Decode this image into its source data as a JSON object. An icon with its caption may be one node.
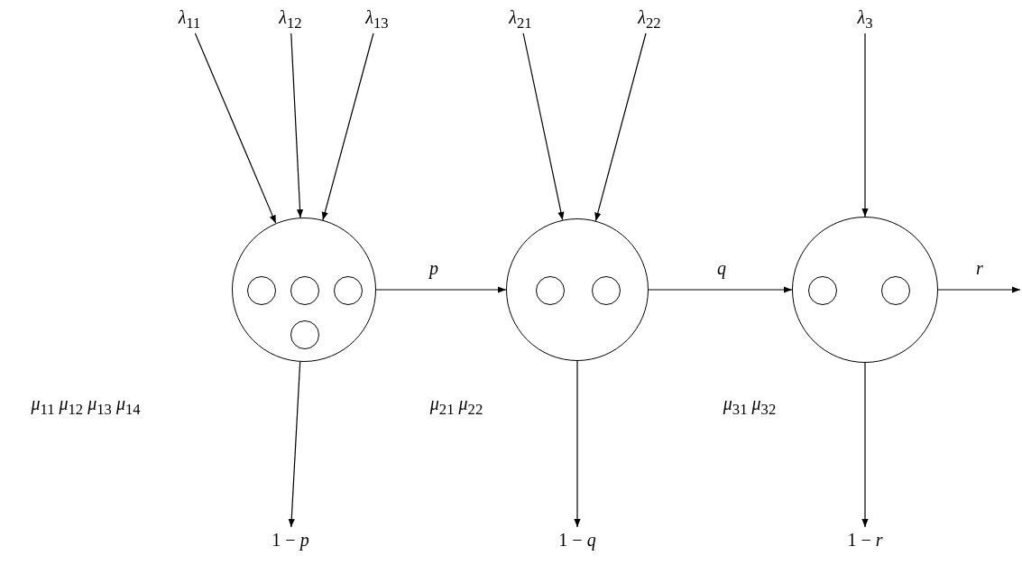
{
  "diagram": {
    "nodes": [
      {
        "text": [
          "*λ*$_{11}$"
        ]
      },
      {
        "text": [
          "*λ*$_{12}$"
        ]
      },
      {
        "text": [
          "*λ*$_{13}$"
        ]
      },
      {
        "text": [
          "*λ*$_{21}$"
        ]
      },
      {
        "text": [
          "*λ*$_{22}$"
        ]
      },
      {
        "text": [
          "*λ*$_{3}$"
        ]
      },
      {
        "text": [],
        "shape": "circle"
      },
      {
        "text": [],
        "shape": "circle",
        "in": 6
      },
      {
        "text": [],
        "shape": "circle",
        "in": 6
      },
      {
        "text": [],
        "shape": "circle",
        "in": 6
      },
      {
        "text": [],
        "shape": "circle",
        "in": 6
      },
      {
        "text": [],
        "shape": "circle"
      },
      {
        "text": [],
        "shape": "circle",
        "in": 11
      },
      {
        "text": [],
        "shape": "circle",
        "in": 11
      },
      {
        "text": [],
        "shape": "circle"
      },
      {
        "text": [],
        "shape": "circle",
        "in": 14
      },
      {
        "text": [],
        "shape": "circle",
        "in": 14
      },
      {
        "text": [
          "1 − *p*"
        ]
      },
      {
        "text": [
          "1 − *q*"
        ]
      },
      {
        "text": [
          "1 − *r*"
        ]
      }
    ],
    "edges": [
      {
        "from": 0,
        "to": 6,
        "arrow": "to"
      },
      {
        "from": 1,
        "to": 6,
        "arrow": "to"
      },
      {
        "from": 2,
        "to": 6,
        "arrow": "to"
      },
      {
        "from": 3,
        "to": 11,
        "arrow": "to"
      },
      {
        "from": 4,
        "to": 11,
        "arrow": "to"
      },
      {
        "from": 5,
        "to": 14,
        "arrow": "to"
      },
      {
        "from": 6,
        "to": 11,
        "arrow": "to",
        "label": "p"
      },
      {
        "from": 11,
        "to": 14,
        "arrow": "to",
        "label": "q"
      },
      {
        "from": 14,
        "to": null,
        "arrow": "to",
        "label": "r"
      },
      {
        "from": 6,
        "to": 17,
        "arrow": "to"
      },
      {
        "from": 11,
        "to": 18,
        "arrow": "to"
      },
      {
        "from": 14,
        "to": 19,
        "arrow": "to"
      }
    ],
    "labels": [
      "*μ*$_{11}$ *μ*$_{12}$ *μ*$_{13}$ *μ*$_{14}$",
      "*μ*$_{21}$ *μ*$_{22}$",
      "*μ*$_{31}$ *μ*$_{32}$"
    ]
  }
}
